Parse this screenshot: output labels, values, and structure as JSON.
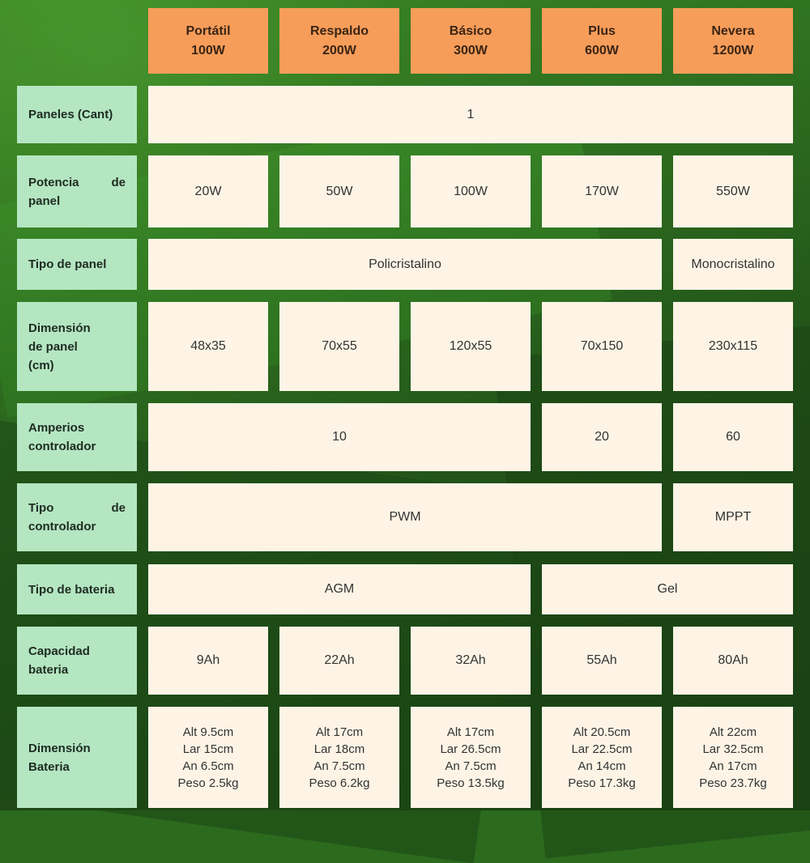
{
  "columns": [
    {
      "name": "Portátil",
      "watts": "100W"
    },
    {
      "name": "Respaldo",
      "watts": "200W"
    },
    {
      "name": "Básico",
      "watts": "300W"
    },
    {
      "name": "Plus",
      "watts": "600W"
    },
    {
      "name": "Nevera",
      "watts": "1200W"
    }
  ],
  "rows": {
    "paneles": {
      "label": "Paneles (Cant)",
      "value": "1"
    },
    "potencia": {
      "label": "Potencia de panel",
      "values": [
        "20W",
        "50W",
        "100W",
        "170W",
        "550W"
      ]
    },
    "tipo_panel": {
      "label": "Tipo de panel",
      "values": [
        "Policristalino",
        "Monocristalino"
      ]
    },
    "dimension_panel": {
      "label_lines": [
        "Dimensión",
        "de panel",
        "(cm)"
      ],
      "values": [
        "48x35",
        "70x55",
        "120x55",
        "70x150",
        "230x115"
      ]
    },
    "amperios": {
      "label_lines": [
        "Amperios",
        "controlador"
      ],
      "values": [
        "10",
        "20",
        "60"
      ]
    },
    "tipo_controlador": {
      "label": "Tipo de controlador",
      "values": [
        "PWM",
        "MPPT"
      ]
    },
    "tipo_bateria": {
      "label": "Tipo de bateria",
      "values": [
        "AGM",
        "Gel"
      ]
    },
    "capacidad": {
      "label_lines": [
        "Capacidad",
        "bateria"
      ],
      "values": [
        "9Ah",
        "22Ah",
        "32Ah",
        "55Ah",
        "80Ah"
      ]
    },
    "dimension_bateria": {
      "label_lines": [
        "Dimensión",
        "Bateria"
      ],
      "values": [
        [
          "Alt 9.5cm",
          "Lar 15cm",
          "An 6.5cm",
          "Peso 2.5kg"
        ],
        [
          "Alt 17cm",
          "Lar 18cm",
          "An 7.5cm",
          "Peso 6.2kg"
        ],
        [
          "Alt 17cm",
          "Lar 26.5cm",
          "An 7.5cm",
          "Peso 13.5kg"
        ],
        [
          "Alt 20.5cm",
          "Lar 22.5cm",
          "An 14cm",
          "Peso 17.3kg"
        ],
        [
          "Alt 22cm",
          "Lar 32.5cm",
          "An 17cm",
          "Peso 23.7kg"
        ]
      ]
    }
  },
  "colors": {
    "header_bg": "#f79d5a",
    "label_bg": "#b4e6c1",
    "cell_bg": "#fdf4e6",
    "background": "#2c6a1e"
  }
}
